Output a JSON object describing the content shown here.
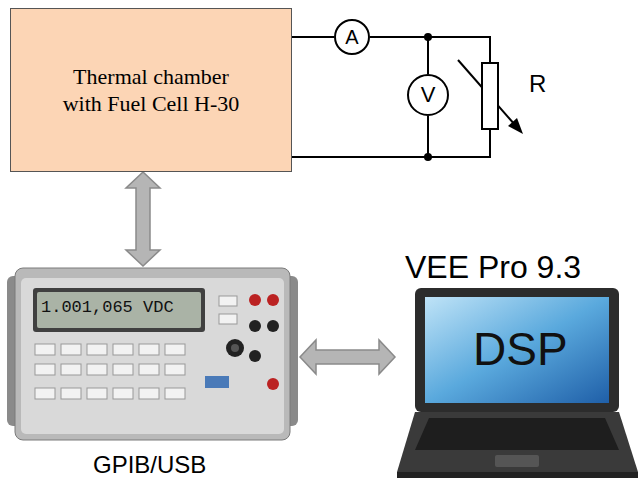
{
  "diagram": {
    "nodes": [
      {
        "text": [
          "Thermal chamber with Fuel Cell H-30"
        ]
      },
      {
        "text": [
          "A"
        ]
      },
      {
        "text": [
          "V"
        ]
      },
      {
        "text": [
          "R"
        ]
      },
      {
        "text": [
          "1.001,065 VDC",
          "GPIB/USB"
        ]
      },
      {
        "text": [
          "VEE Pro 9.3",
          "DSP"
        ]
      }
    ],
    "edges": [
      {
        "from": 0,
        "to": 1,
        "arrow": "none"
      },
      {
        "from": 1,
        "to": 2,
        "arrow": "none"
      },
      {
        "from": 1,
        "to": 3,
        "arrow": "none"
      },
      {
        "from": 0,
        "to": 2,
        "arrow": "none"
      },
      {
        "from": 0,
        "to": 3,
        "arrow": "none"
      },
      {
        "from": 0,
        "to": 4,
        "arrow": "both"
      },
      {
        "from": 4,
        "to": 5,
        "arrow": "both"
      }
    ]
  }
}
